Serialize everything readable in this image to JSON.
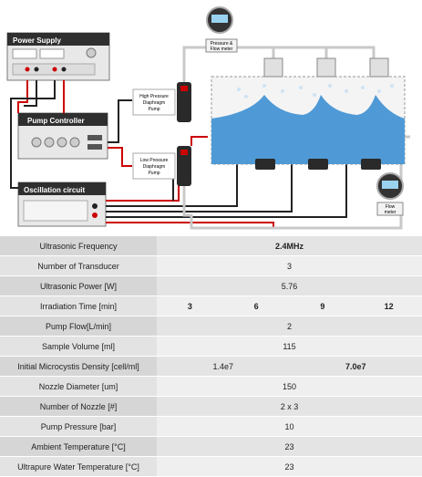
{
  "diagram": {
    "power_supply_label": "Power Supply",
    "pump_controller_label": "Pump Controller",
    "oscillation_label": "Oscillation circuit",
    "hp_pump_label": [
      "High Pressure",
      "Diaphragm",
      "Pump"
    ],
    "lp_pump_label": [
      "Low Pressure",
      "Diaphragm",
      "Pump"
    ],
    "pressure_meter_label": [
      "Pressure &",
      "Flow meter"
    ],
    "flow_meter_label": [
      "Flow",
      "meter"
    ]
  },
  "parameters": [
    {
      "label": "Ultrasonic Frequency",
      "value": "2.4MHz",
      "bold": true
    },
    {
      "label": "Number of Transducer",
      "value": "3"
    },
    {
      "label": "Ultrasonic Power [W]",
      "value": "5.76"
    },
    {
      "label": "Irradiation Time [min]",
      "values": [
        "3",
        "6",
        "9",
        "12"
      ],
      "bold": true
    },
    {
      "label": "Pump Flow[L/min]",
      "value": "2"
    },
    {
      "label": "Sample Volume [ml]",
      "value": "115"
    },
    {
      "label": "Initial Microcystis Density [cell/ml]",
      "values": [
        "1.4e7",
        "7.0e7"
      ],
      "bold_index": 1
    },
    {
      "label": "Nozzle Diameter [um]",
      "value": "150"
    },
    {
      "label": "Number of Nozzle [#]",
      "value": "2 x 3"
    },
    {
      "label": "Pump Pressure [bar]",
      "value": "10"
    },
    {
      "label": "Ambient Temperature [°C]",
      "value": "23"
    },
    {
      "label": "Ultrapure Water Temperature [°C]",
      "value": "23"
    }
  ]
}
